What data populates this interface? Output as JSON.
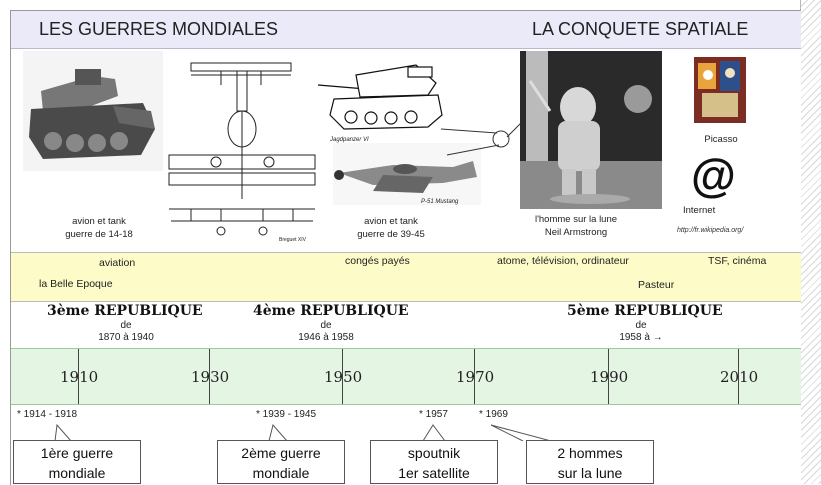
{
  "header": {
    "left_title": "LES GUERRES MONDIALES",
    "right_title": "LA CONQUETE SPATIALE"
  },
  "images": {
    "plane_label": "Breguet XIV",
    "tank_label": "Jagdpanzer VI",
    "mustang_label": "P-51 Mustang",
    "internet_url": "http://fr.wikipedia.org/"
  },
  "captions": {
    "ww1": "avion et tank\nguerre de 14-18",
    "ww2": "avion et tank\nguerre de 39-45",
    "moon": "l'homme sur la lune\nNeil Armstrong",
    "picasso": "Picasso",
    "internet": "Internet"
  },
  "inventions": {
    "aviation": "aviation",
    "belle_epoque": "la Belle Epoque",
    "conges": "congés payés",
    "atome": "atome, télévision, ordinateur",
    "tsf": "TSF, cinéma",
    "pasteur": "Pasteur"
  },
  "republics": [
    {
      "title": "3ème REPUBLIQUE",
      "de": "de",
      "range": "1870 à 1940"
    },
    {
      "title": "4ème REPUBLIQUE",
      "de": "de",
      "range": "1946 à 1958"
    },
    {
      "title": "5ème REPUBLIQUE",
      "de": "de",
      "range": "1958 à →"
    }
  ],
  "timeline": {
    "years": [
      {
        "pre": "19",
        "post": "10"
      },
      {
        "pre": "19",
        "post": "30"
      },
      {
        "pre": "19",
        "post": "50"
      },
      {
        "pre": "19",
        "post": "70"
      },
      {
        "pre": "19",
        "post": "90"
      },
      {
        "pre": "20",
        "post": "10"
      }
    ]
  },
  "events": [
    {
      "date": "* 1914 - 1918",
      "label": "1ère guerre\nmondiale"
    },
    {
      "date": "* 1939 - 1945",
      "label": "2ème guerre\nmondiale"
    },
    {
      "date": "* 1957",
      "label": "spoutnik\n1er satellite"
    },
    {
      "date": "* 1969",
      "label": "2 hommes\nsur la lune"
    }
  ],
  "colors": {
    "header_bg": "#ebeaf9",
    "invention_band": "#fdfcc8",
    "timeline_band": "#e4f5e4"
  }
}
